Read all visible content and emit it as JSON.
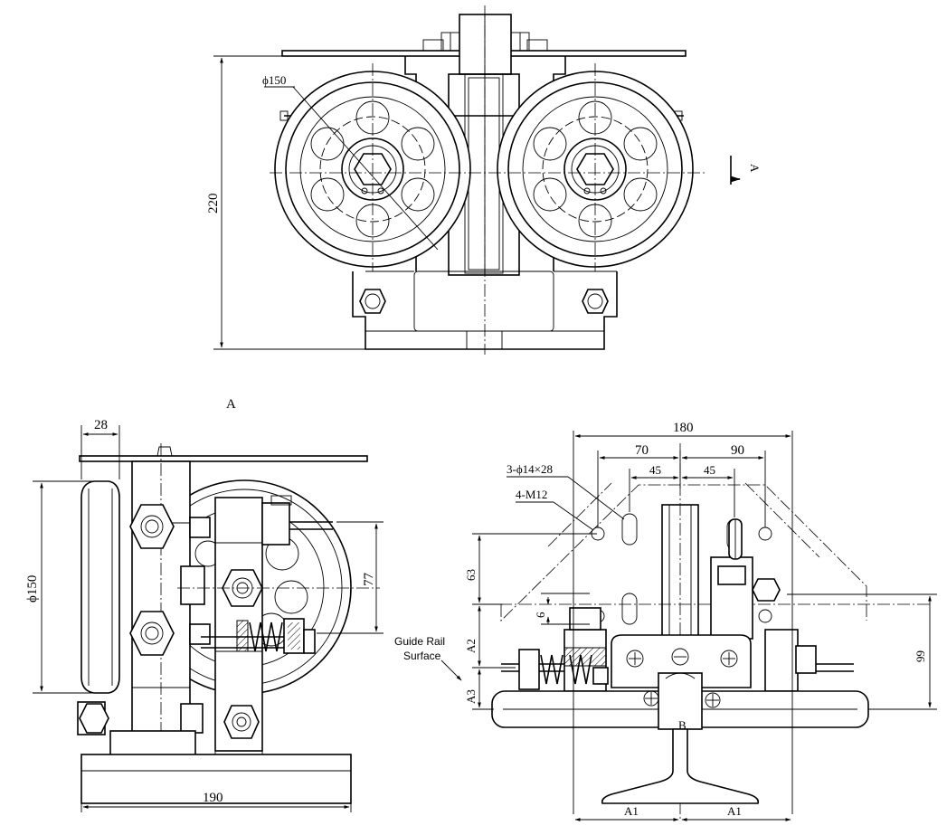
{
  "labels": {
    "view_a_mark": "A",
    "arrow_mark": "A",
    "guide_rail_line1": "Guide Rail",
    "guide_rail_line2": "Surface",
    "hole_spec_slots": "3-ϕ14×28",
    "hole_spec_tapped": "4-M12",
    "bar_b": "B"
  },
  "dimensions": {
    "wheel_diameter_top": "ϕ150",
    "total_height": "220",
    "wheel_width": "28",
    "wheel_diameter_side": "ϕ150",
    "spring_offset": "77",
    "base_width": "190",
    "overall_width": "180",
    "left_span": "70",
    "right_span": "90",
    "left_hole_half": "45",
    "right_hole_half": "45",
    "plate_height": "63",
    "slot_height": "6",
    "dim_a2": "A2",
    "dim_a3": "A3",
    "dim_99": "99",
    "dim_a1_left": "A1",
    "dim_a1_right": "A1"
  }
}
